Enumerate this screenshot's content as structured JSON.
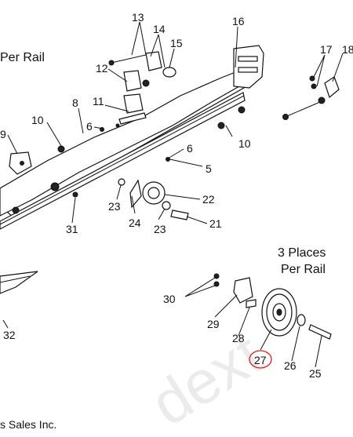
{
  "diagram": {
    "header_text": "Per Rail",
    "note_line1": "3 Places",
    "note_line2": "Per Rail",
    "footer_text": "s Sales Inc.",
    "watermark_text": "dext",
    "callouts": [
      "13",
      "14",
      "15",
      "16",
      "17",
      "18",
      "12",
      "8",
      "11",
      "10",
      "6",
      "9",
      "10",
      "6",
      "5",
      "22",
      "23",
      "24",
      "23",
      "21",
      "31",
      "30",
      "29",
      "28",
      "27",
      "26",
      "25",
      "32"
    ],
    "highlighted_callout": "27",
    "highlight_color": "#cc2222"
  }
}
